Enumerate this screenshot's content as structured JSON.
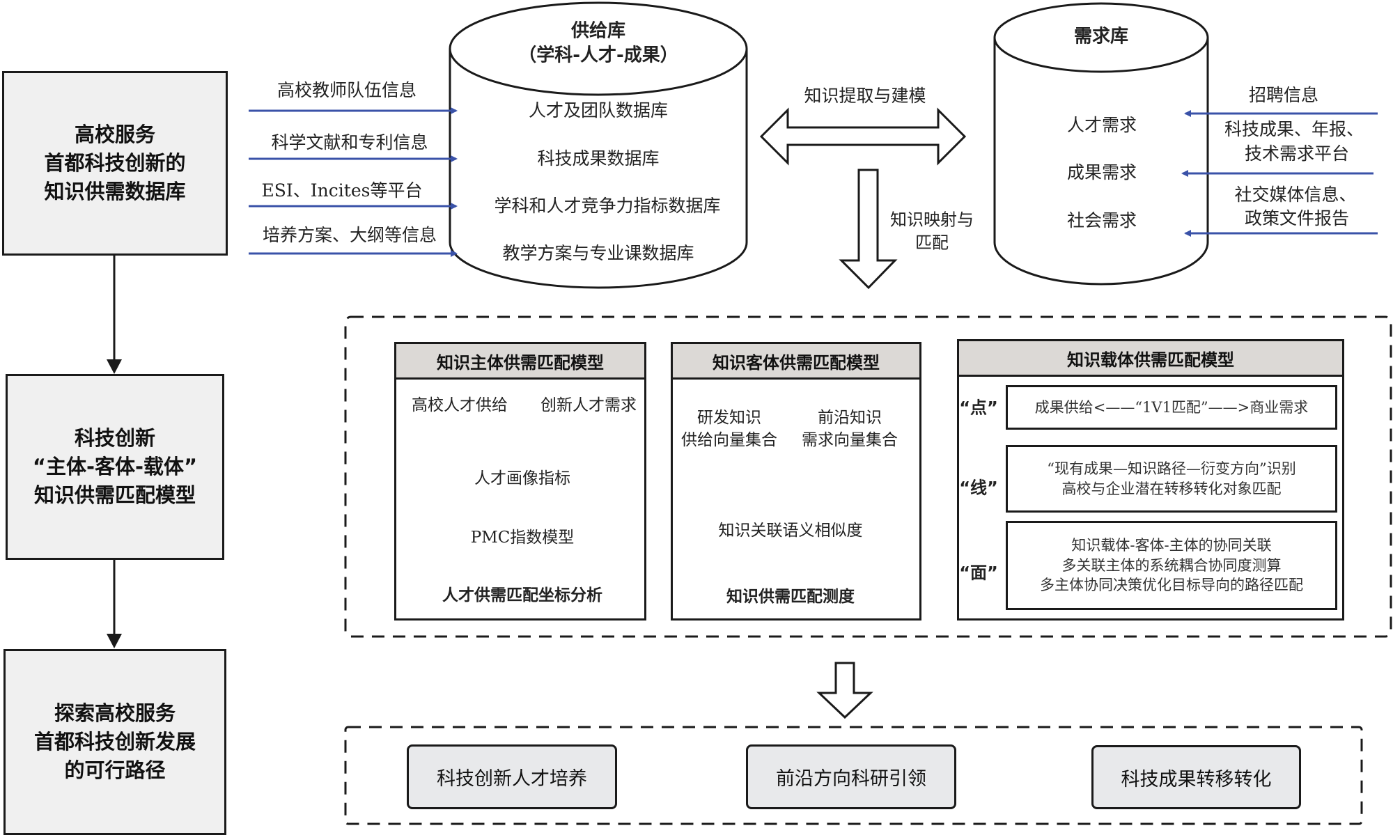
{
  "left_column": {
    "box1": "高校服务\n首都科技创新的\n知识供需数据库",
    "box2": "科技创新\n“主体-客体-载体”\n知识供需匹配模型",
    "box3": "探索高校服务\n首都科技创新发展\n的可行路径"
  },
  "supply_db": {
    "title": "供给库",
    "subtitle": "（学科-人才-成果）",
    "items": [
      "人才及团队数据库",
      "科技成果数据库",
      "学科和人才竞争力指标数据库",
      "教学方案与专业课数据库"
    ],
    "inputs": [
      "高校教师队伍信息",
      "科学文献和专利信息",
      "ESI、Incites等平台",
      "培养方案、大纲等信息"
    ]
  },
  "demand_db": {
    "title": "需求库",
    "items": [
      "人才需求",
      "成果需求",
      "社会需求"
    ],
    "inputs": [
      {
        "line1": "招聘信息",
        "line2": ""
      },
      {
        "line1": "科技成果、年报、",
        "line2": "技术需求平台"
      },
      {
        "line1": "社交媒体信息、",
        "line2": "政策文件报告"
      }
    ]
  },
  "connectors": {
    "bidirectional": "知识提取与建模",
    "mapping_line1": "知识映射与",
    "mapping_line2": "匹配"
  },
  "models": {
    "subject": {
      "title": "知识主体供需匹配模型",
      "supply": "高校人才供给",
      "demand": "创新人才需求",
      "step1": "人才画像指标",
      "step2": "PMC指数模型",
      "result": "人才供需匹配坐标分析"
    },
    "object": {
      "title": "知识客体供需匹配模型",
      "supply_l1": "研发知识",
      "supply_l2": "供给向量集合",
      "demand_l1": "前沿知识",
      "demand_l2": "需求向量集合",
      "step1": "知识关联语义相似度",
      "result": "知识供需匹配测度"
    },
    "carrier": {
      "title": "知识载体供需匹配模型",
      "levels": [
        "“点”",
        "“线”",
        "“面”"
      ],
      "point": "成果供给<——“1V1匹配”——>商业需求",
      "line_l1": "“现有成果—知识路径—衍变方向”识别",
      "line_l2": "高校与企业潜在转移转化对象匹配",
      "plane_l1": "知识载体-客体-主体的协同关联",
      "plane_l2": "多关联主体的系统耦合协同度测算",
      "plane_l3": "多主体协同决策优化目标导向的路径匹配"
    }
  },
  "paths": [
    "科技创新人才培养",
    "前沿方向科研引领",
    "科技成果转移转化"
  ],
  "colors": {
    "input_arrow": "#3a52a8",
    "box_fill": "#f0f0f0",
    "header_fill": "#dcd9d6",
    "path_fill": "#e8e9eb",
    "stroke": "#1a1a1a"
  }
}
